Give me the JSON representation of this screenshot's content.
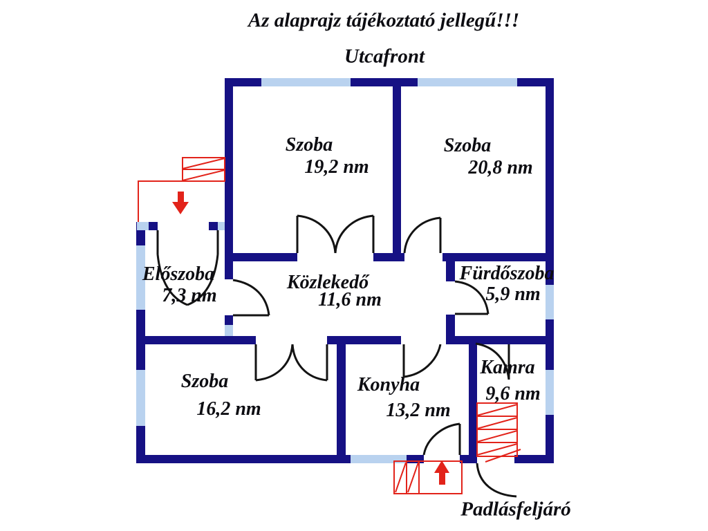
{
  "title": "Az alaprajz tájékoztató jellegű!!!",
  "street_side_label": "Utcafront",
  "attic_label": "Padlásfeljáró",
  "rooms": [
    {
      "name": "Szoba",
      "area": "19,2 nm"
    },
    {
      "name": "Szoba",
      "area": "20,8 nm"
    },
    {
      "name": "Előszoba",
      "area": "7,3 nm"
    },
    {
      "name": "Közlekedő",
      "area": "11,6 nm"
    },
    {
      "name": "Fürdőszoba",
      "area": "5,9 nm"
    },
    {
      "name": "Szoba",
      "area": "16,2 nm"
    },
    {
      "name": "Konyha",
      "area": "13,2 nm"
    },
    {
      "name": "Kamra",
      "area": "9,6 nm"
    }
  ],
  "colors": {
    "wall_navy": "#161184",
    "window_blue": "#b9d2ef",
    "door_black": "#131313",
    "stairs_red": "#e2231a",
    "text_black": "#0d0d12",
    "background": "#ffffff"
  }
}
